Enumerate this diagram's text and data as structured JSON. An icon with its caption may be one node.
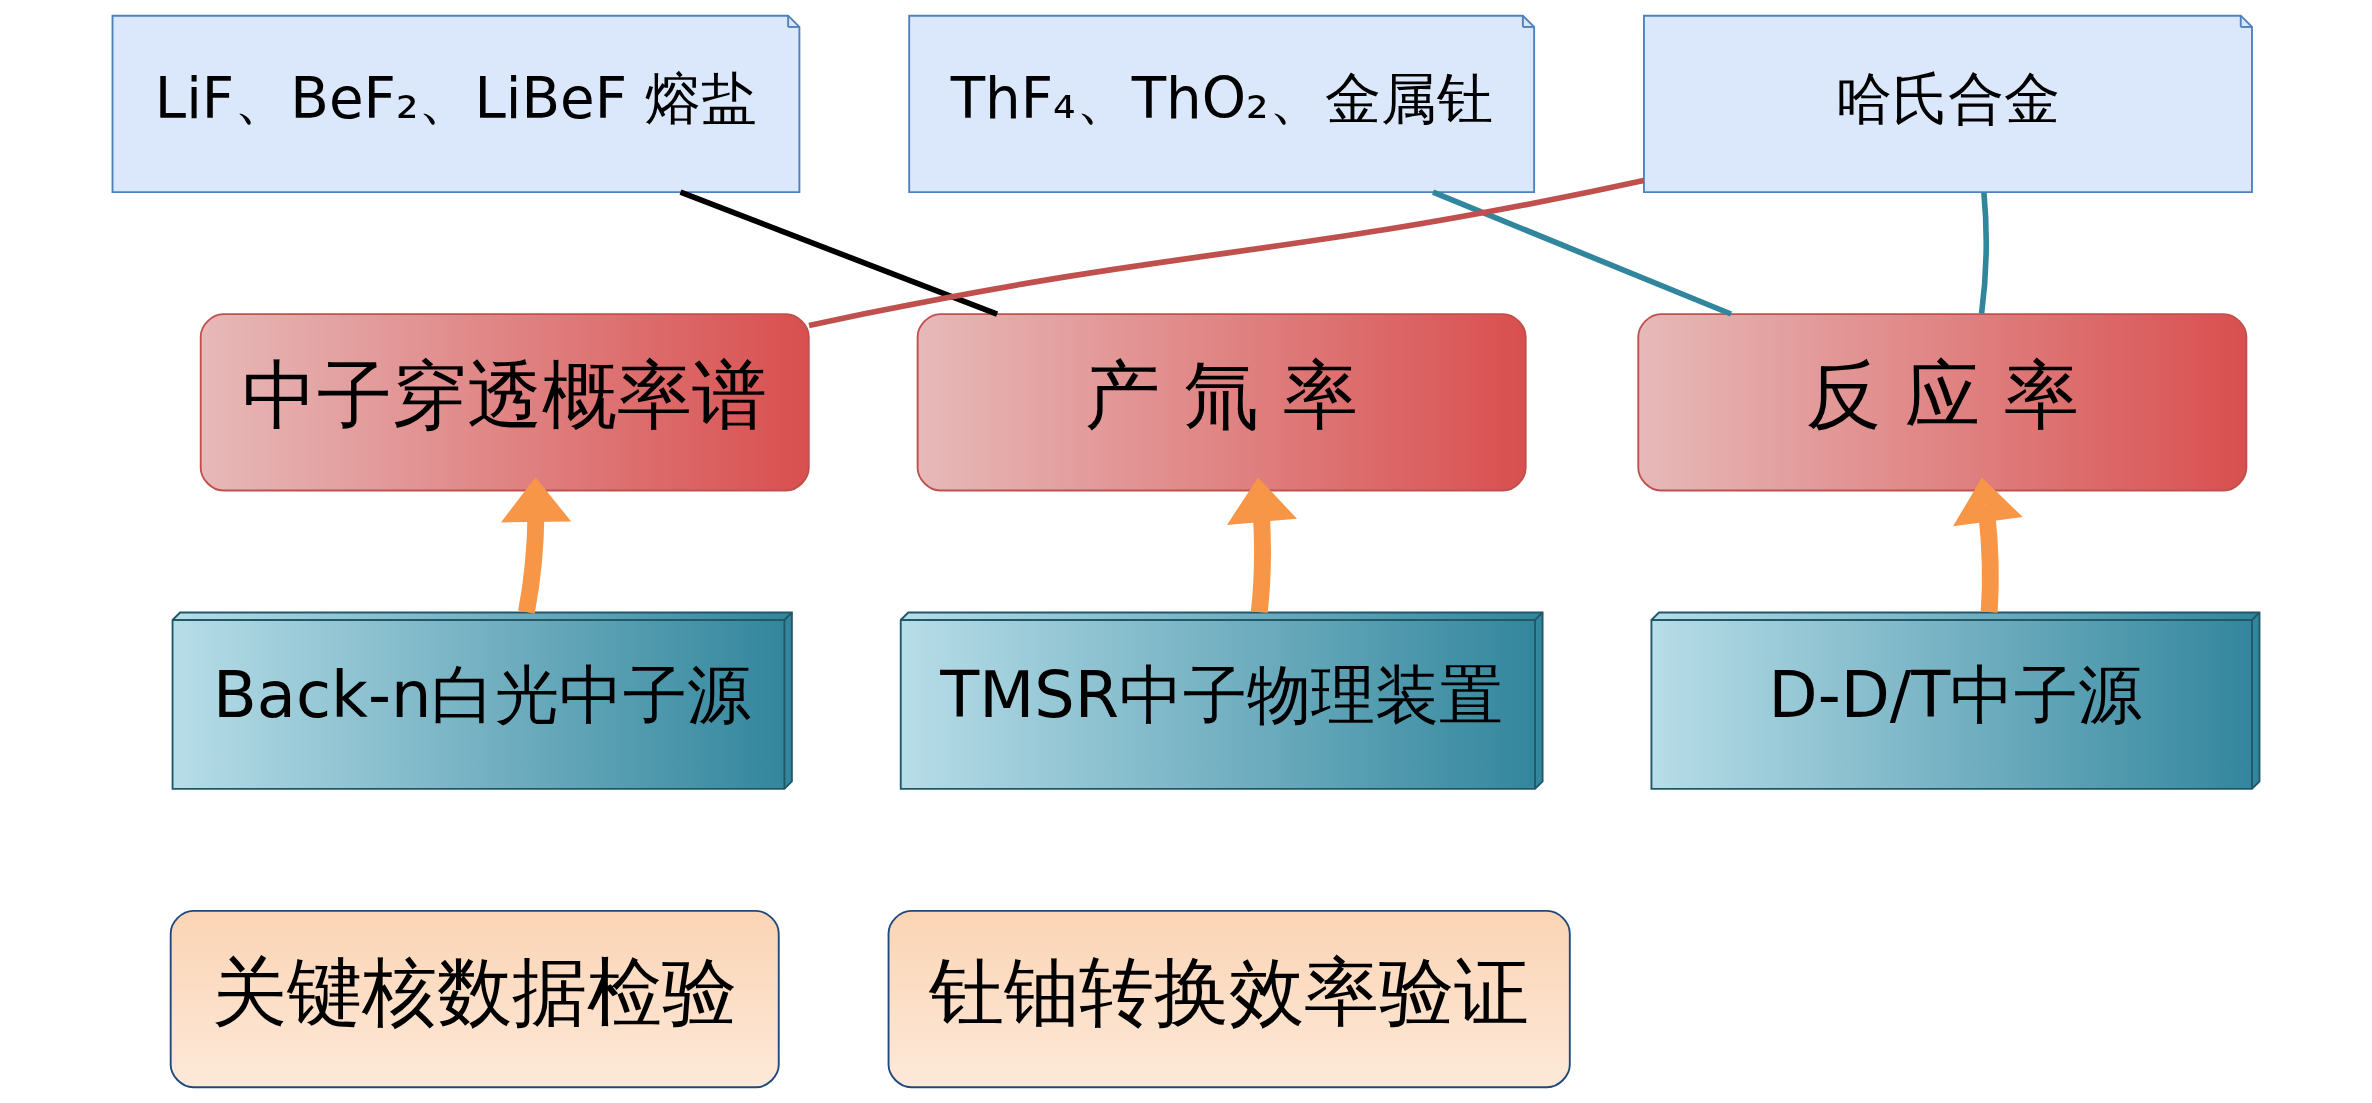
{
  "diagram": {
    "nodes": [
      {
        "text": [
          "LiF、BeF₂、LiBeF 熔盐"
        ]
      },
      {
        "text": [
          "ThF₄、ThO₂、金属钍"
        ]
      },
      {
        "text": [
          "哈氏合金"
        ]
      },
      {
        "text": [
          "中子穿透概率谱"
        ]
      },
      {
        "text": [
          "产 氚 率"
        ]
      },
      {
        "text": [
          "反 应 率"
        ]
      },
      {
        "text": [
          "Back-n白光中子源"
        ]
      },
      {
        "text": [
          "TMSR中子物理装置"
        ]
      },
      {
        "text": [
          "D-D/T中子源"
        ]
      },
      {
        "text": [
          "关键核数据检验"
        ]
      },
      {
        "text": [
          "钍铀转换效率验证"
        ]
      }
    ],
    "edges": [
      {
        "from": 0,
        "to": 4,
        "arrow": "none",
        "color": "#000000"
      },
      {
        "from": 2,
        "to": 3,
        "arrow": "none",
        "color": "#c0504d"
      },
      {
        "from": 1,
        "to": 5,
        "arrow": "none",
        "color": "#31859c"
      },
      {
        "from": 2,
        "to": 5,
        "arrow": "none",
        "color": "#31859c"
      },
      {
        "from": 6,
        "to": 3,
        "arrow": "to",
        "style": "thick"
      },
      {
        "from": 7,
        "to": 4,
        "arrow": "to",
        "style": "thick"
      },
      {
        "from": 8,
        "to": 5,
        "arrow": "to",
        "style": "thick"
      }
    ]
  }
}
